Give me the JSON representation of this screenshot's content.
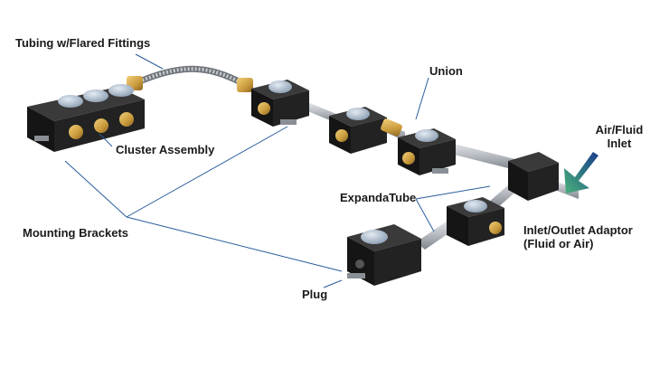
{
  "labels": {
    "tubing": "Tubing w/Flared Fittings",
    "union": "Union",
    "cluster": "Cluster Assembly",
    "air_fluid_line1": "Air/Fluid",
    "air_fluid_line2": "Inlet",
    "expandatube": "ExpandaTube",
    "mounting": "Mounting Brackets",
    "adaptor_line1": "Inlet/Outlet Adaptor",
    "adaptor_line2": "(Fluid or Air)",
    "plug": "Plug"
  },
  "colors": {
    "block": "#1c1c1c",
    "brass": "#c99a3c",
    "tube": "#b8bcc2",
    "valve": "#a9b8c8",
    "leader": "#2a5d9b",
    "arrow_start": "#1a3d8a",
    "arrow_end": "#48b27a"
  }
}
